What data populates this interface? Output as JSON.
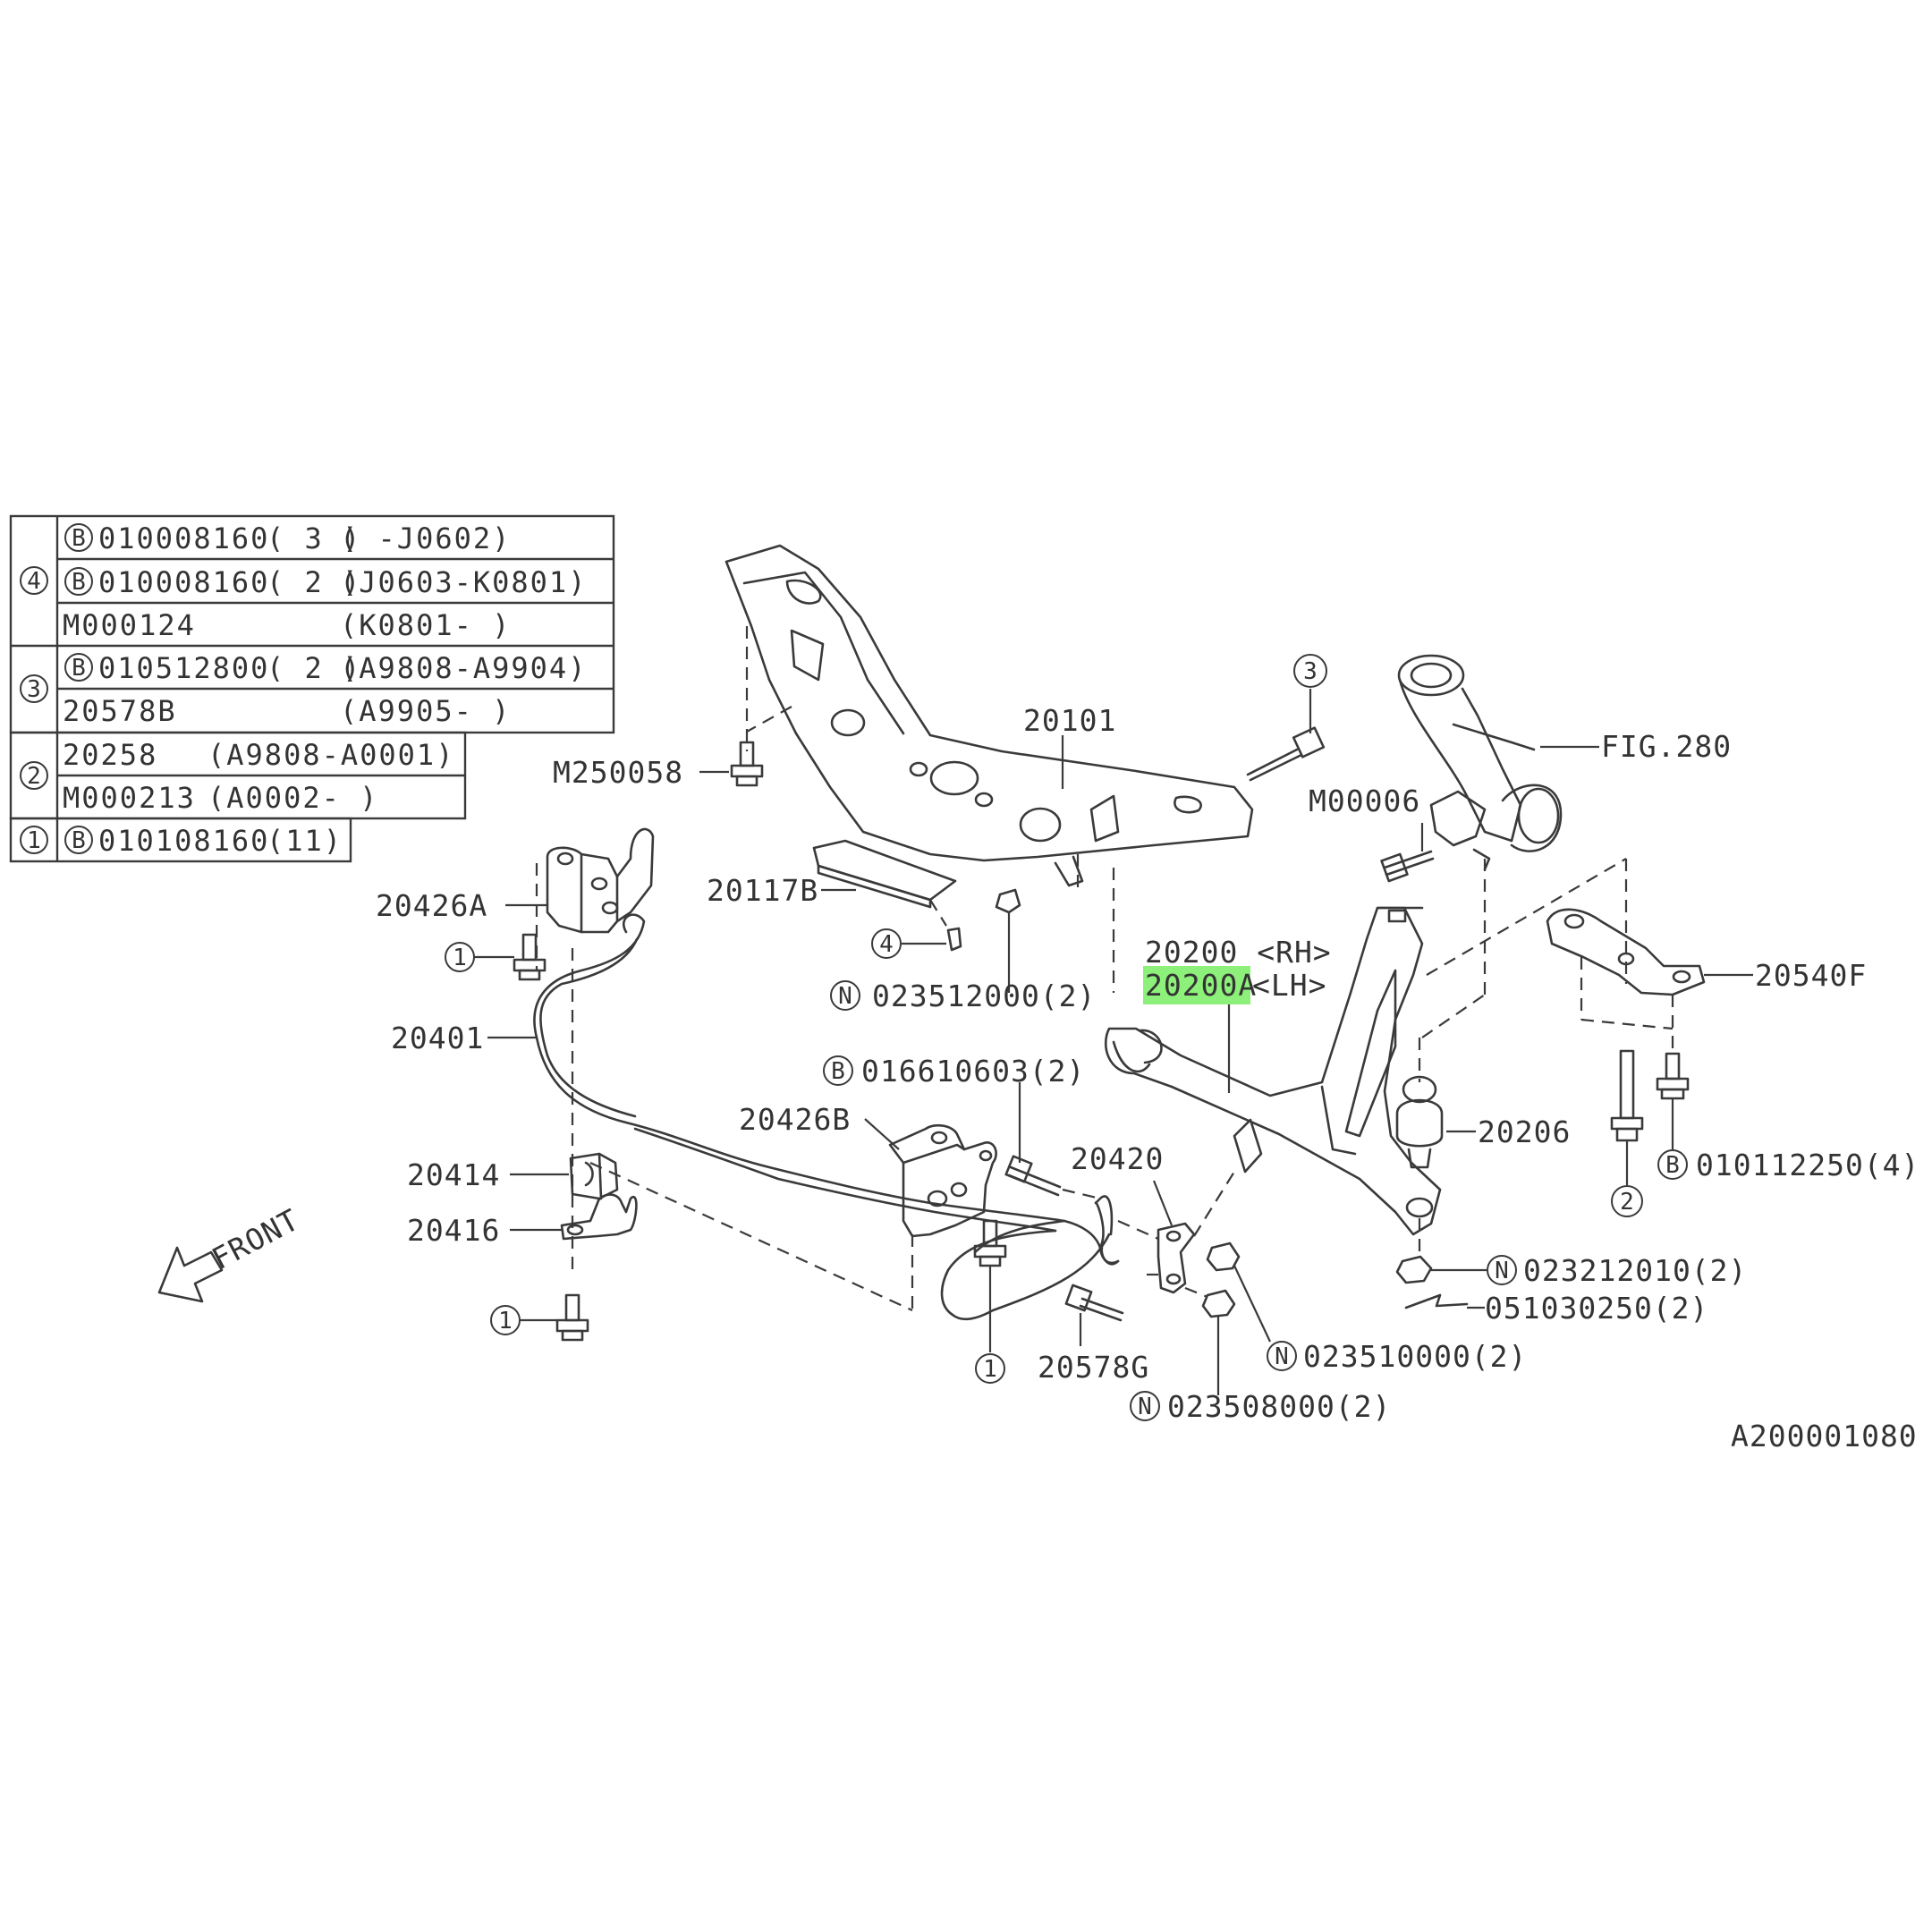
{
  "table": {
    "groups": [
      {
        "key": "4",
        "rows": [
          {
            "prefix": "B",
            "part": "010008160",
            "qty": "( 3 )",
            "range": "(        -J0602)"
          },
          {
            "prefix": "B",
            "part": "010008160",
            "qty": "( 2 )",
            "range": "(J0603-K0801)"
          },
          {
            "prefix": "",
            "part": "M000124",
            "qty": "",
            "range": "(K0801-        )"
          }
        ]
      },
      {
        "key": "3",
        "rows": [
          {
            "prefix": "B",
            "part": "010512800",
            "qty": "( 2 )",
            "range": "(A9808-A9904)"
          },
          {
            "prefix": "",
            "part": "20578B",
            "qty": "",
            "range": "(A9905-        )"
          }
        ]
      },
      {
        "key": "2",
        "rows": [
          {
            "prefix": "",
            "part": "20258",
            "qty": "",
            "range": "(A9808-A0001)"
          },
          {
            "prefix": "",
            "part": "M000213",
            "qty": "",
            "range": "(A0002-        )"
          }
        ]
      },
      {
        "key": "1",
        "rows": [
          {
            "prefix": "B",
            "part": "010108160",
            "qty": "(11)",
            "range": ""
          }
        ]
      }
    ]
  },
  "labels": {
    "crossmember": "20101",
    "bolt_m250058": "M250058",
    "plate_20117b": "20117B",
    "bracket_20426a": "20426A",
    "stabilizer": "20401",
    "bushing": "20414",
    "clamp": "20416",
    "bracket_20426b": "20426B",
    "link": "20420",
    "bolt_20578g": "20578G",
    "arm_rh": "20200  <RH>",
    "arm_lh_part": "20200A",
    "arm_lh_side": "<LH>",
    "ball_joint": "20206",
    "bracket_20540f": "20540F",
    "knuckle_ref": "FIG.280",
    "bolt_m00006": "M00006",
    "nut_023512000": "023512000(2)",
    "bolt_016610603": "016610603(2)",
    "nut_023212010": "023212010(2)",
    "pin_051030250": "051030250(2)",
    "nut_023510000": "023510000(2)",
    "nut_023508000": "023508000(2)",
    "bolt_010112250": "010112250(4)",
    "front": "FRONT",
    "diagram_code": "A200001080"
  },
  "callouts": {
    "one": "1",
    "two": "2",
    "three": "3",
    "four": "4",
    "b": "B",
    "n": "N"
  },
  "colors": {
    "line": "#3a3a3a",
    "highlight": "#8df07a",
    "background": "#ffffff"
  }
}
